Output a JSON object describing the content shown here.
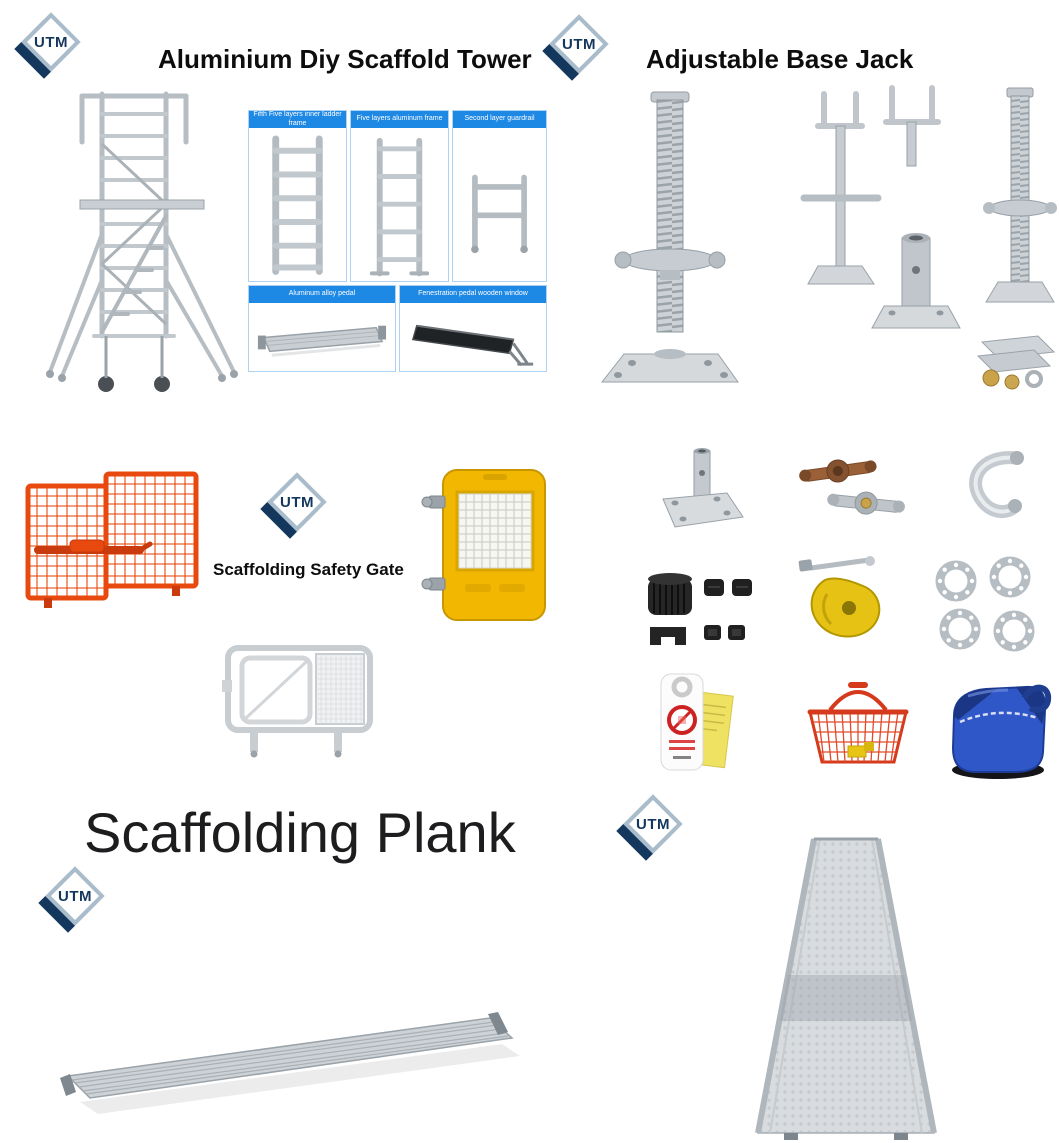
{
  "brand": {
    "logo_text": "UTM"
  },
  "colors": {
    "caption_blue": "#1e88e5",
    "thumb_border": "#aed3f2",
    "logo_navy": "#14375e",
    "orange_gate": "#e8490f",
    "yellow_gate": "#f2b700",
    "red_basket": "#d63a1c",
    "blue_bag": "#2f57c8"
  },
  "sections": {
    "scaffold_tower": {
      "title": "Aluminium Diy Scaffold Tower",
      "thumbs": [
        {
          "caption": "Fifth Five layers inner ladder frame"
        },
        {
          "caption": "Five layers aluminum frame"
        },
        {
          "caption": "Second layer guardrail"
        },
        {
          "caption": "Aluminum alloy pedal"
        },
        {
          "caption": "Fenestration pedal wooden window"
        }
      ]
    },
    "base_jack": {
      "title": "Adjustable Base Jack"
    },
    "safety_gate": {
      "title": "Scaffolding Safety Gate"
    },
    "plank": {
      "title": "Scaffolding Plank"
    }
  }
}
